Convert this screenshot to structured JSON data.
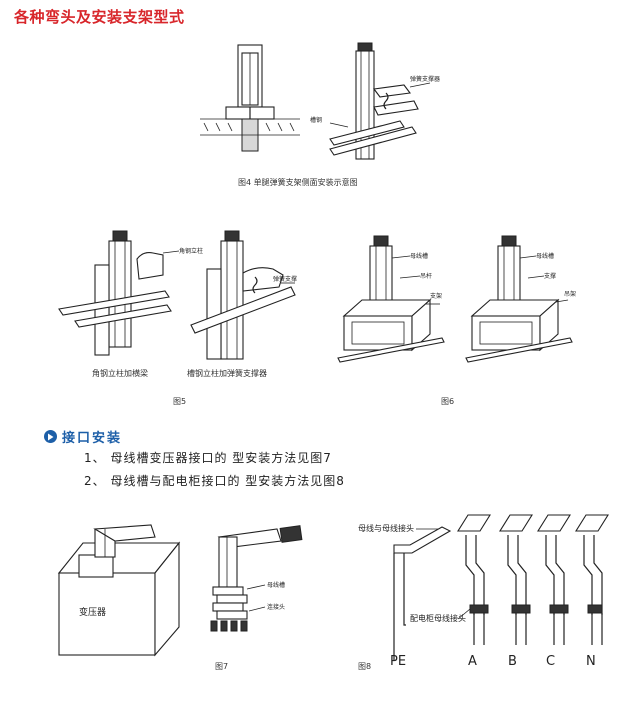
{
  "page_title": "各种弯头及安装支架型式",
  "figure4": {
    "caption": "图4  单腿弹簧支架侧面安装示意图"
  },
  "figure5": {
    "sub_caption_left": "角钢立柱加横梁",
    "sub_caption_right": "槽钢立柱加弹簧支撑器",
    "caption": "图5"
  },
  "figure6": {
    "caption": "图6"
  },
  "section": {
    "title": "接口安装",
    "icon": "play-circle-icon",
    "items": [
      "1、 母线槽变压器接口的    型安装方法见图7",
      "2、 母线槽与配电柜接口的    型安装方法见图8"
    ]
  },
  "figure7": {
    "caption": "图7",
    "transformer_label": "变压器"
  },
  "figure8": {
    "caption": "图8",
    "top_label": "母线与母线接头",
    "side_label": "配电柜母线接头",
    "phase_labels": [
      "PE",
      "A",
      "B",
      "C",
      "N"
    ]
  },
  "colors": {
    "title": "#d8262b",
    "section_accent": "#1d5fa8",
    "text": "#222222"
  }
}
